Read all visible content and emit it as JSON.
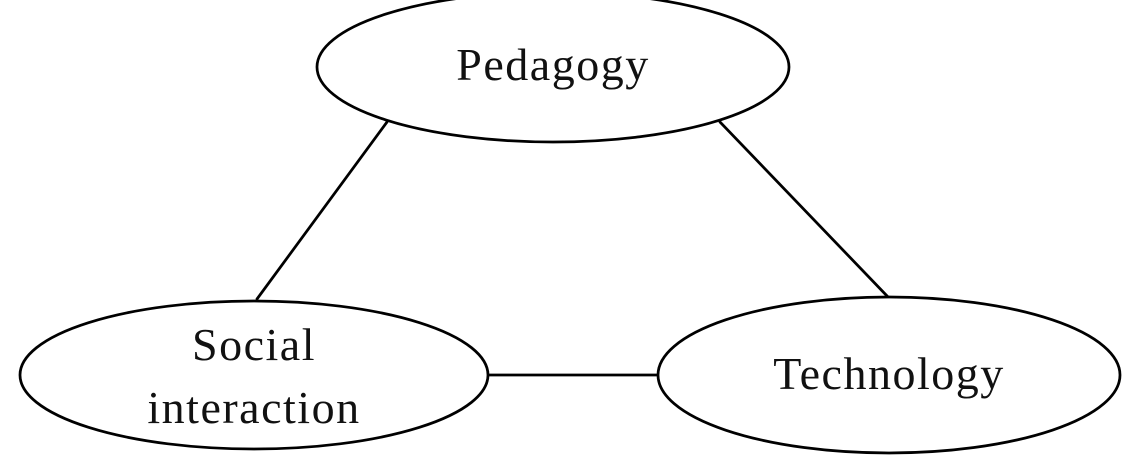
{
  "diagram": {
    "background_color": "#ffffff",
    "line_color": "#000000",
    "text_color": "#111111",
    "nodes": {
      "pedagogy": {
        "label": "Pedagogy"
      },
      "social_interaction": {
        "label_line1": "Social",
        "label_line2": "interaction"
      },
      "technology": {
        "label": "Technology"
      }
    },
    "edges": [
      {
        "from": "pedagogy",
        "to": "social_interaction"
      },
      {
        "from": "pedagogy",
        "to": "technology"
      },
      {
        "from": "social_interaction",
        "to": "technology"
      }
    ]
  }
}
